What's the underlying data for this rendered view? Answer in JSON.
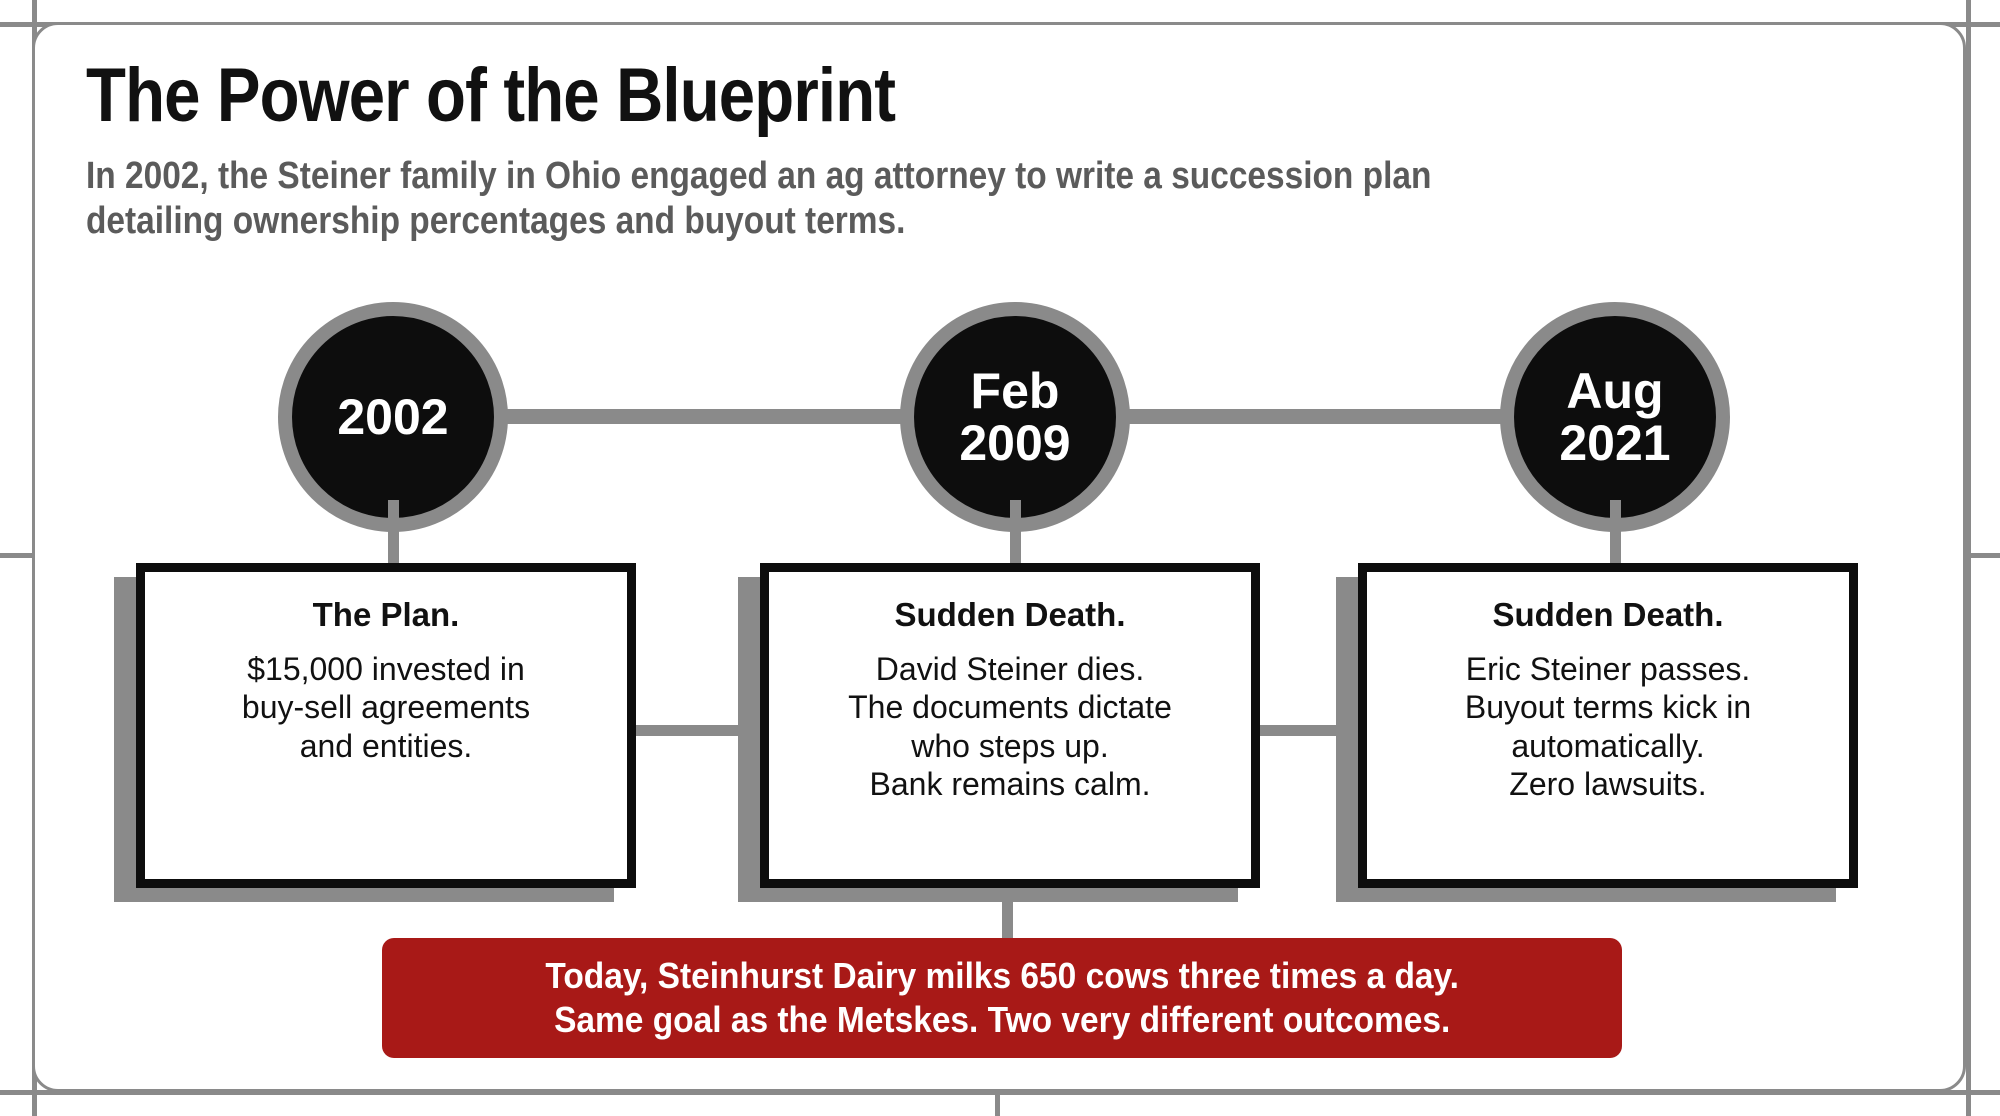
{
  "header": {
    "title": "The Power of the Blueprint",
    "subtitle": "In 2002, the Steiner family in Ohio engaged an ag attorney to write a succession plan detailing ownership percentages and buyout terms."
  },
  "timeline": {
    "nodes": [
      {
        "label": "2002"
      },
      {
        "label": "Feb\n2009"
      },
      {
        "label": "Aug\n2021"
      }
    ],
    "cards": [
      {
        "title": "The Plan.",
        "body": "$15,000 invested in\nbuy-sell agreements\nand entities."
      },
      {
        "title": "Sudden Death.",
        "body": "David Steiner dies.\nThe documents dictate\nwho steps up.\nBank remains calm."
      },
      {
        "title": "Sudden Death.",
        "body": "Eric Steiner passes.\nBuyout terms kick in\nautomatically.\nZero lawsuits."
      }
    ]
  },
  "banner": {
    "text": "Today, Steinhurst Dairy milks 650 cows three times a day.\nSame goal as the Metskes. Two very different outcomes."
  },
  "colors": {
    "accent_red": "#a81917",
    "node_fill": "#0d0d0d",
    "rail_gray": "#8a8a8a",
    "subtitle_gray": "#5b5b5b"
  }
}
